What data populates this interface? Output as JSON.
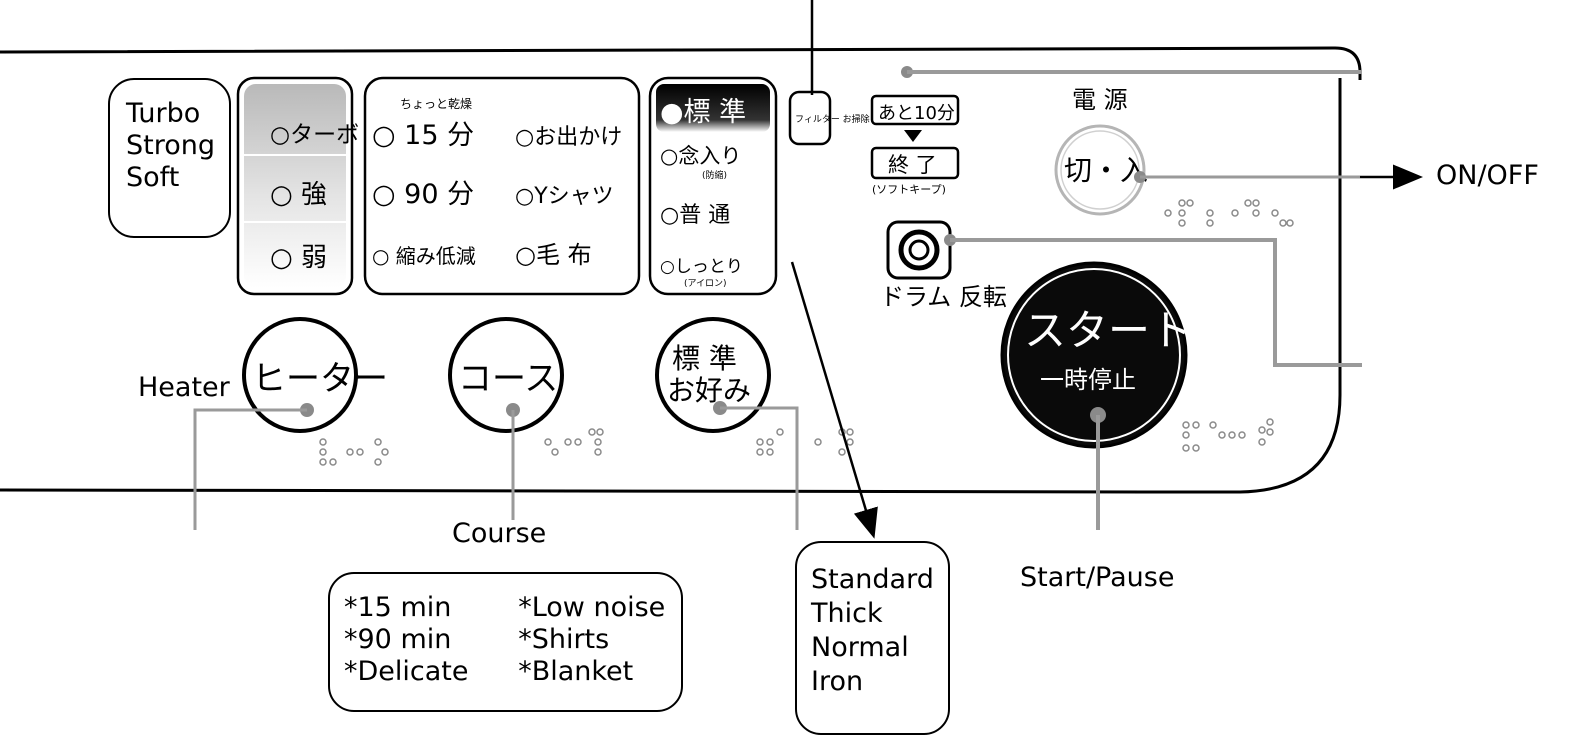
{
  "panel_left": {
    "heater_levels": [
      "○ターボ",
      "○ 強",
      "○ 弱"
    ],
    "course_top_note": "ちょっと乾燥",
    "course_col1": [
      "○ 15 分",
      "○ 90 分",
      "○ 縮み低減"
    ],
    "course_col2": [
      "○お出かけ",
      "○Yシャツ",
      "○毛 布"
    ],
    "dryness_selected": "●標 準",
    "dryness_options": [
      "○念入り",
      "○普 通",
      "○しっとり"
    ],
    "dryness_sub": [
      "(防縮)",
      "(アイロン)"
    ]
  },
  "panel_right": {
    "filter_label": "フィルター お掃除",
    "remaining_label": "あと10分",
    "end_label": "終 了",
    "soft_keep_label": "(ソフトキープ)",
    "power_heading": "電 源",
    "power_button": "切・入",
    "drum_label": "ドラム 反転",
    "start_main": "スタート",
    "start_sub": "一時停止"
  },
  "buttons": {
    "heater_button": "ヒーター",
    "course_button": "コース",
    "standard_button_top": "標 準",
    "standard_button_bottom": "お好み"
  },
  "annotations": {
    "turbo_box": [
      "Turbo",
      "Strong",
      "Soft"
    ],
    "heater": "Heater",
    "course": "Course",
    "course_box": {
      "col1": [
        "*15 min",
        "*90 min",
        "*Delicate"
      ],
      "col2": [
        "*Low noise",
        "*Shirts",
        "*Blanket"
      ]
    },
    "standard_box": [
      "Standard",
      "Thick",
      "Normal",
      "Iron"
    ],
    "start_pause": "Start/Pause",
    "on_off": "ON/OFF"
  },
  "colors": {
    "outline": "#000000",
    "leader_gray": "#9a9a9a",
    "dot_gray": "#8a8a8a",
    "start_fill": "#0a0a0a"
  }
}
